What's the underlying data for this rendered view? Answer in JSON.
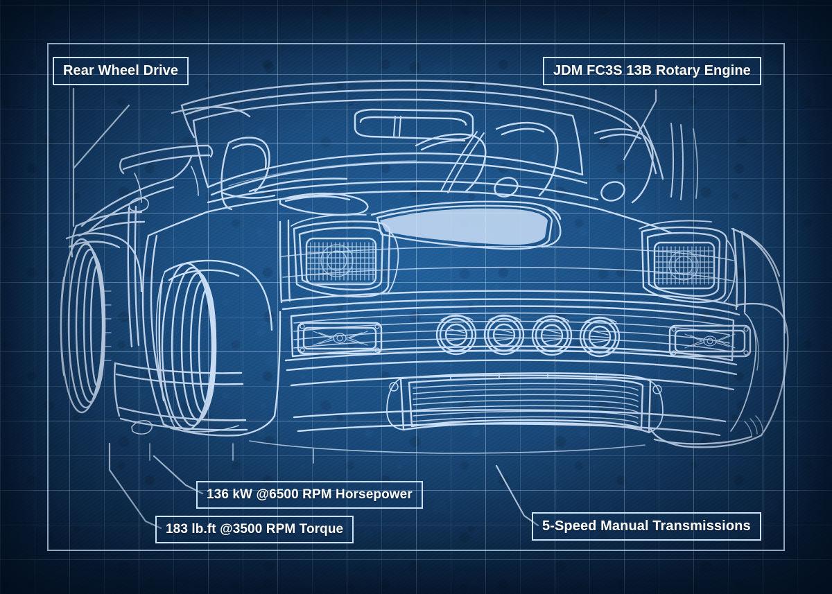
{
  "poster": {
    "type": "blueprint-poster",
    "subject": "JDM FC3S sports car front three-quarter blueprint",
    "colors": {
      "background_blue": "#1a4b7e",
      "deep_blue": "#0d2a49",
      "line_blue": "#cfe3fa",
      "grid_blue": "#b9d7f5",
      "label_text": "#ffffff"
    }
  },
  "labels": {
    "rear_wheel_drive": "Rear Wheel Drive",
    "engine": "JDM FC3S 13B Rotary Engine",
    "horsepower": "136 kW @6500 RPM Horsepower",
    "torque": "183 lb.ft @3500 RPM Torque",
    "transmission": "5-Speed Manual Transmissions"
  },
  "callouts": [
    {
      "id": "rear-wheel-drive",
      "text": "Rear Wheel Drive",
      "position": "top-left"
    },
    {
      "id": "engine",
      "text": "JDM FC3S 13B Rotary Engine",
      "position": "top-right"
    },
    {
      "id": "horsepower",
      "text": "136 kW @6500 RPM Horsepower",
      "position": "bottom-left-upper"
    },
    {
      "id": "torque",
      "text": "183 lb.ft @3500 RPM Torque",
      "position": "bottom-left-lower"
    },
    {
      "id": "transmission",
      "text": "5-Speed Manual Transmissions",
      "position": "bottom-right"
    }
  ]
}
